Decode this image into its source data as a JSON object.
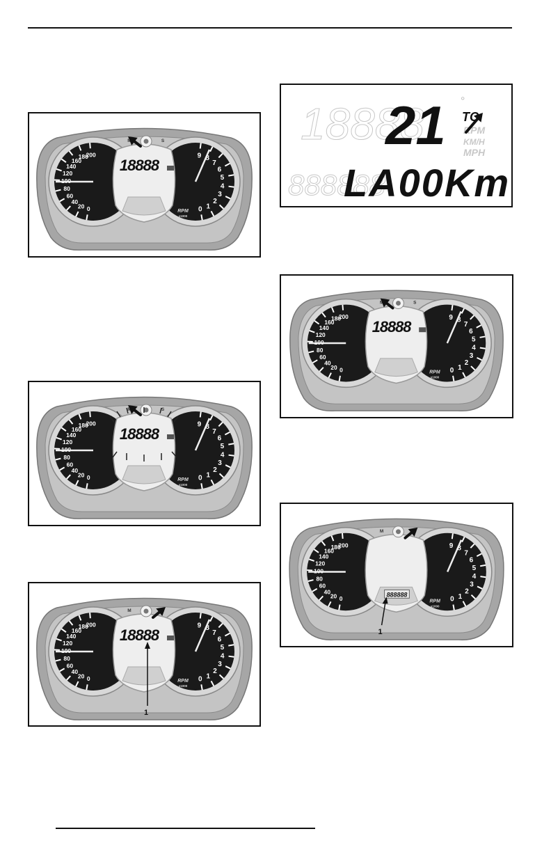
{
  "gauge": {
    "mode_label": "M",
    "set_label": "S",
    "display_digits": "18888",
    "speed_ticks": [
      "0",
      "20",
      "40",
      "60",
      "80",
      "100",
      "120",
      "140",
      "160",
      "180",
      "200"
    ],
    "rpm_ticks": [
      "0",
      "1",
      "2",
      "3",
      "4",
      "5",
      "6",
      "7",
      "8",
      "9"
    ],
    "rpm_label": "RPM",
    "rpm_sub": "x1000",
    "lower_display_digits": "888888"
  },
  "lcd": {
    "top_digits": "21",
    "degree_symbol": "°",
    "mode_text": "TC",
    "bottom_text": "LA00Km",
    "unit_rpm": "RPM",
    "unit_kmh": "KM/H",
    "unit_mph": "MPH"
  },
  "figures": [
    {
      "id": "fig-1",
      "arrow": "mode",
      "callout": "",
      "variant": "normal"
    },
    {
      "id": "fig-2",
      "arrow": "mode",
      "callout": "",
      "variant": "flash"
    },
    {
      "id": "fig-3",
      "arrow": "set",
      "callout": "1",
      "variant": "callout-center"
    },
    {
      "id": "fig-4",
      "variant": "lcd"
    },
    {
      "id": "fig-5",
      "arrow": "mode",
      "callout": "",
      "variant": "normal"
    },
    {
      "id": "fig-6",
      "arrow": "set",
      "callout": "1",
      "variant": "callout-lower"
    }
  ]
}
